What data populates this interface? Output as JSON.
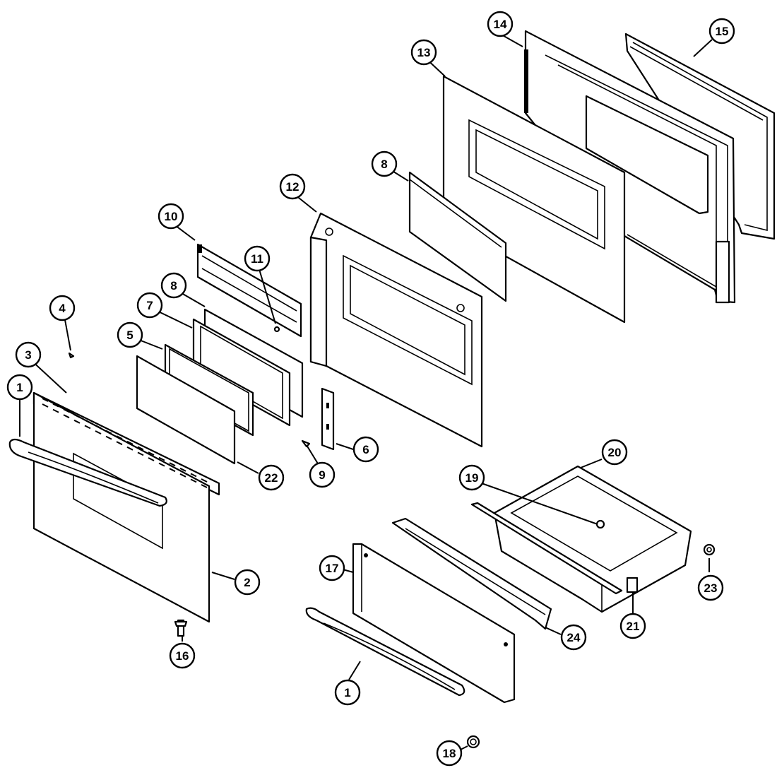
{
  "callouts": [
    {
      "id": "c1a",
      "label": "1"
    },
    {
      "id": "c1b",
      "label": "1"
    },
    {
      "id": "c2",
      "label": "2"
    },
    {
      "id": "c3",
      "label": "3"
    },
    {
      "id": "c4",
      "label": "4"
    },
    {
      "id": "c5",
      "label": "5"
    },
    {
      "id": "c6",
      "label": "6"
    },
    {
      "id": "c7",
      "label": "7"
    },
    {
      "id": "c8a",
      "label": "8"
    },
    {
      "id": "c8b",
      "label": "8"
    },
    {
      "id": "c9",
      "label": "9"
    },
    {
      "id": "c10",
      "label": "10"
    },
    {
      "id": "c11",
      "label": "11"
    },
    {
      "id": "c12",
      "label": "12"
    },
    {
      "id": "c13",
      "label": "13"
    },
    {
      "id": "c14",
      "label": "14"
    },
    {
      "id": "c15",
      "label": "15"
    },
    {
      "id": "c16",
      "label": "16"
    },
    {
      "id": "c17",
      "label": "17"
    },
    {
      "id": "c18",
      "label": "18"
    },
    {
      "id": "c19",
      "label": "19"
    },
    {
      "id": "c20",
      "label": "20"
    },
    {
      "id": "c21",
      "label": "21"
    },
    {
      "id": "c22",
      "label": "22"
    },
    {
      "id": "c23",
      "label": "23"
    },
    {
      "id": "c24",
      "label": "24"
    }
  ]
}
